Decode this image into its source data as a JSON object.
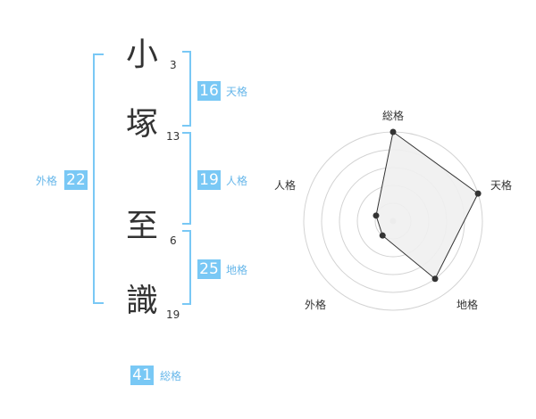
{
  "name": {
    "chars": [
      {
        "char": "小",
        "strokes": "3"
      },
      {
        "char": "塚",
        "strokes": "13"
      },
      {
        "char": "至",
        "strokes": "6"
      },
      {
        "char": "識",
        "strokes": "19"
      }
    ]
  },
  "scores": {
    "tenkaku": {
      "value": "16",
      "label": "天格"
    },
    "jinkaku": {
      "value": "19",
      "label": "人格"
    },
    "chikaku": {
      "value": "25",
      "label": "地格"
    },
    "gaikaku": {
      "value": "22",
      "label": "外格"
    },
    "soukaku": {
      "value": "41",
      "label": "総格"
    }
  },
  "colors": {
    "accent": "#79c8f5",
    "accent_text": "#67b7ea",
    "text": "#333333",
    "grid": "#d3d3d3",
    "fill": "#f0f0f0"
  },
  "chart_data": {
    "type": "radar",
    "axes": [
      "総格",
      "天格",
      "地格",
      "外格",
      "人格"
    ],
    "levels": 5,
    "values": [
      5,
      5,
      4,
      1,
      1
    ],
    "max": 5
  }
}
